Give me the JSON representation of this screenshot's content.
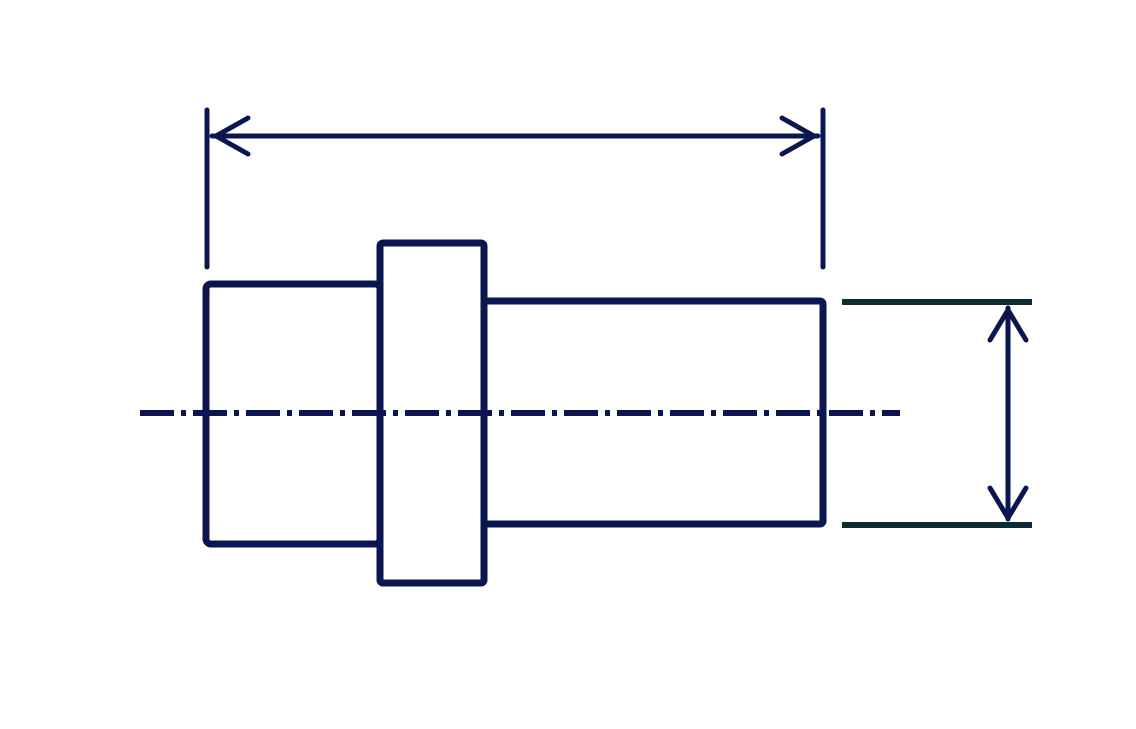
{
  "diagram": {
    "subject": "stepped-shaft",
    "colors": {
      "background": "#ffffff",
      "outline": "#0b1650",
      "dimension": "#0b1650",
      "extension": "#0e2a33"
    },
    "centerline": {
      "style": "dash-dot"
    },
    "dimensions": [
      {
        "id": "overall-length",
        "orientation": "horizontal",
        "label": ""
      },
      {
        "id": "right-section-diameter",
        "orientation": "vertical",
        "label": ""
      }
    ]
  }
}
